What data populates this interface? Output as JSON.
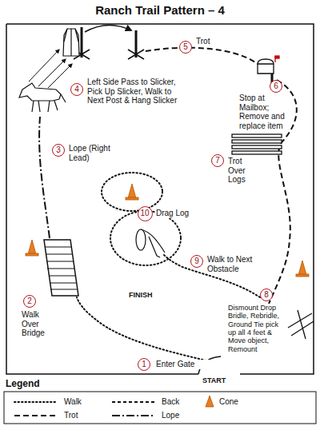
{
  "diagram": {
    "title": "Ranch Trail Pattern – 4",
    "nodes": [
      {
        "text": [
          "1"
        ]
      },
      {
        "text": [
          "2"
        ]
      },
      {
        "text": [
          "3"
        ]
      },
      {
        "text": [
          "4"
        ]
      },
      {
        "text": [
          "5"
        ]
      },
      {
        "text": [
          "6"
        ]
      },
      {
        "text": [
          "7"
        ]
      },
      {
        "text": [
          "8"
        ]
      },
      {
        "text": [
          "9"
        ]
      },
      {
        "text": [
          "10"
        ]
      }
    ],
    "labels": [
      "Enter Gate",
      "Walk Over Bridge",
      "Lope (Right Lead)",
      "Left Side Pass to Slicker, Pick Up Slicker, Walk to Next Post & Hang Slicker",
      "Trot",
      "Stop at Mailbox; Remove and replace item",
      "Trot Over Logs",
      "Dismount Drop Bridle, Rebridle, Ground Tie pick up all 4 feet & Move object, Remount",
      "Walk to Next Obstacle",
      "Drag Log",
      "FINISH",
      "START",
      "Legend"
    ],
    "legend": [
      {
        "text": "Walk"
      },
      {
        "text": "Back"
      },
      {
        "text": "Cone"
      },
      {
        "text": "Trot"
      },
      {
        "text": "Lope"
      }
    ]
  }
}
